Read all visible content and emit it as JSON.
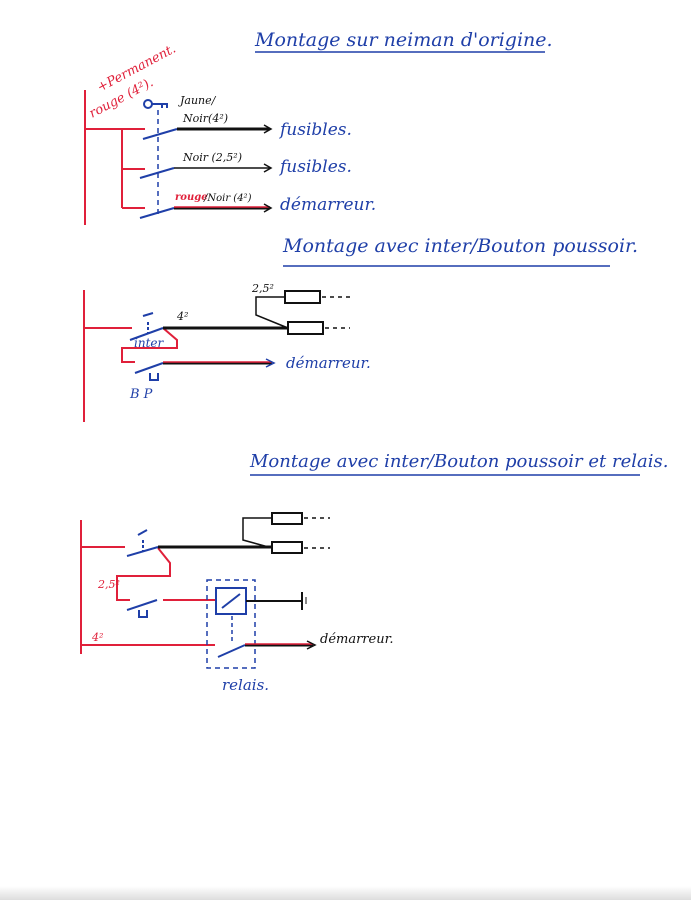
{
  "colors": {
    "ink_blue": "#1f3fa8",
    "ink_red": "#e0203a",
    "ink_black": "#111111"
  },
  "diagram1": {
    "title": "Montage sur neiman d'origine.",
    "supply_label_1": "+Permanent.",
    "supply_label_2": "rouge (4²).",
    "wires": [
      {
        "label_top": "Jaune/",
        "label": "Noir(4²)",
        "target": "fusibles."
      },
      {
        "label": "Noir (2,5²)",
        "target": "fusibles."
      },
      {
        "label_red": "rouge",
        "label": "/Noir (4²)",
        "target": "démarreur."
      }
    ]
  },
  "diagram2": {
    "title": "Montage avec inter/Bouton poussoir.",
    "wire_size_main": "4²",
    "wire_size_fuse": "2,5²",
    "switch_label": "inter",
    "button_label": "B P",
    "target": "démarreur."
  },
  "diagram3": {
    "title": "Montage avec inter/Bouton poussoir et relais.",
    "wire_size_control": "2,5²",
    "wire_size_power": "4²",
    "relay_label": "relais.",
    "target": "démarreur."
  }
}
